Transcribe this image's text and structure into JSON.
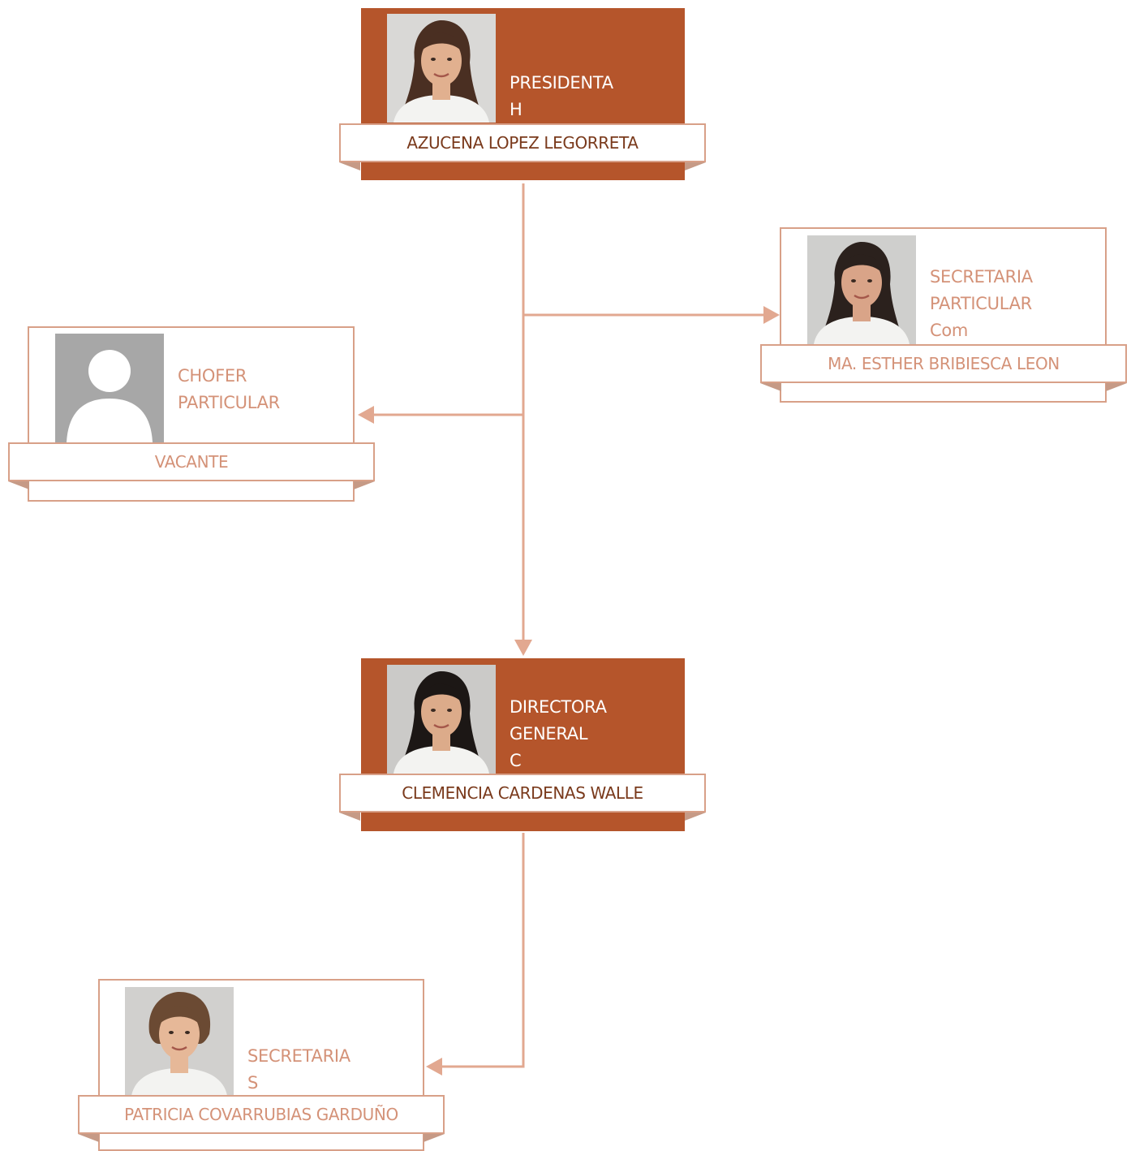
{
  "org_chart": {
    "nodes": [
      {
        "id": "presidenta",
        "style": "filled",
        "role_lines": [
          "PRESIDENTA",
          "H"
        ],
        "name": "AZUCENA LOPEZ LEGORRETA",
        "photo": "portrait-woman-long-hair"
      },
      {
        "id": "secretaria-particular",
        "style": "outlined",
        "role_lines": [
          "SECRETARIA",
          "PARTICULAR",
          "Com"
        ],
        "name": "MA. ESTHER BRIBIESCA LEON",
        "photo": "portrait-woman-dark-hair"
      },
      {
        "id": "chofer-particular",
        "style": "outlined",
        "role_lines": [
          "CHOFER",
          "PARTICULAR"
        ],
        "name": "VACANTE",
        "photo": "placeholder-person-icon"
      },
      {
        "id": "directora-general",
        "style": "filled",
        "role_lines": [
          "DIRECTORA",
          "GENERAL",
          "C"
        ],
        "name": "CLEMENCIA CARDENAS WALLE",
        "photo": "portrait-woman-black-hair"
      },
      {
        "id": "secretaria",
        "style": "outlined",
        "role_lines": [
          "SECRETARIA",
          "S"
        ],
        "name": "PATRICIA COVARRUBIAS GARDUÑO",
        "photo": "portrait-woman-short-hair"
      }
    ],
    "edges": [
      {
        "from": "presidenta",
        "to": "secretaria-particular"
      },
      {
        "from": "presidenta",
        "to": "chofer-particular"
      },
      {
        "from": "presidenta",
        "to": "directora-general"
      },
      {
        "from": "directora-general",
        "to": "secretaria"
      }
    ],
    "colors": {
      "filled_card": "#b5552b",
      "outline": "#d8a088",
      "connector": "#e2a890",
      "outlined_text": "#d49278",
      "filled_name_text": "#7a3a1c"
    }
  }
}
